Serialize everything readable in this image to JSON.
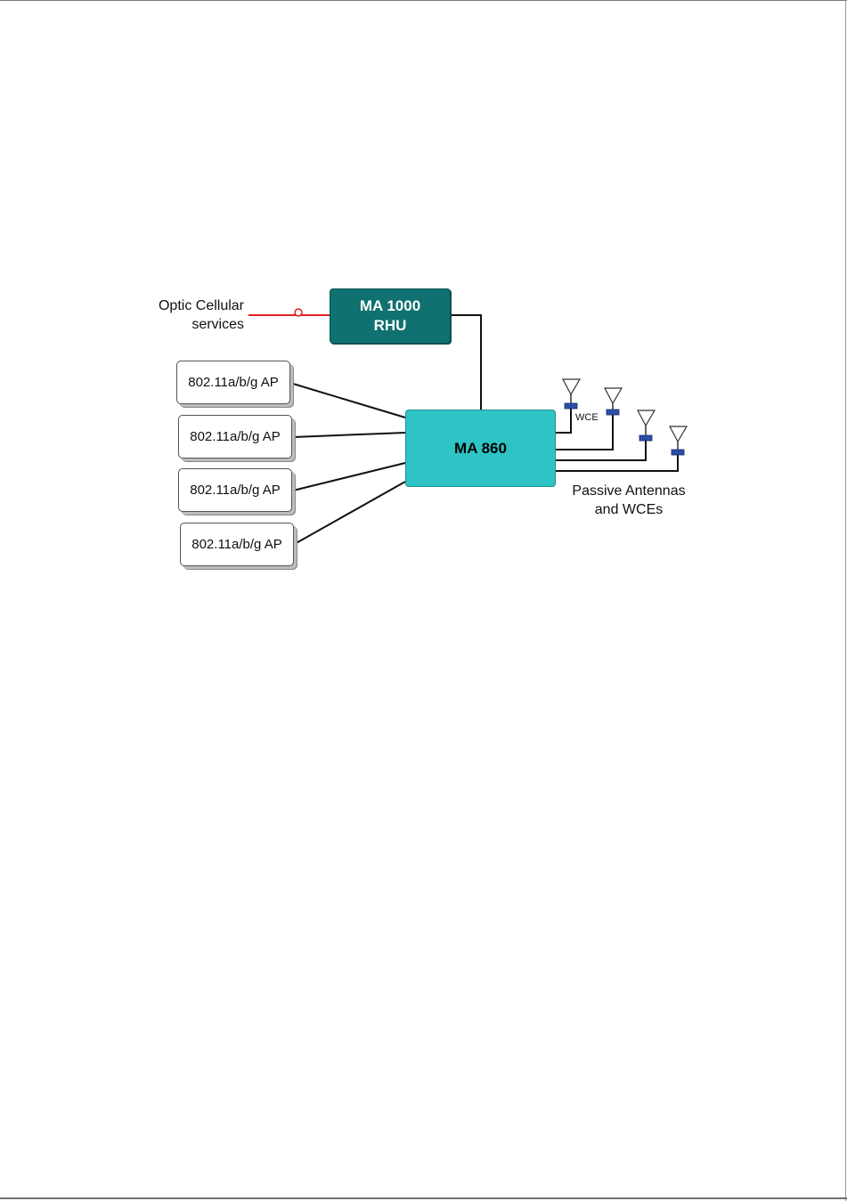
{
  "diagram": {
    "optic_label": [
      "Optic Cellular",
      "services"
    ],
    "rhu": {
      "line1": "MA 1000",
      "line2": "RHU"
    },
    "hub": {
      "label": "MA 860"
    },
    "access_points": [
      {
        "label": "802.11a/b/g AP"
      },
      {
        "label": "802.11a/b/g AP"
      },
      {
        "label": "802.11a/b/g AP"
      },
      {
        "label": "802.11a/b/g AP"
      }
    ],
    "wce_label": "WCE",
    "passive_label": [
      "Passive Antennas",
      "and WCEs"
    ]
  },
  "colors": {
    "rhu_fill": "#0f7170",
    "hub_fill": "#2ec4c6",
    "optic_line": "#e0201e",
    "wce_fill": "#2b4fa6"
  }
}
